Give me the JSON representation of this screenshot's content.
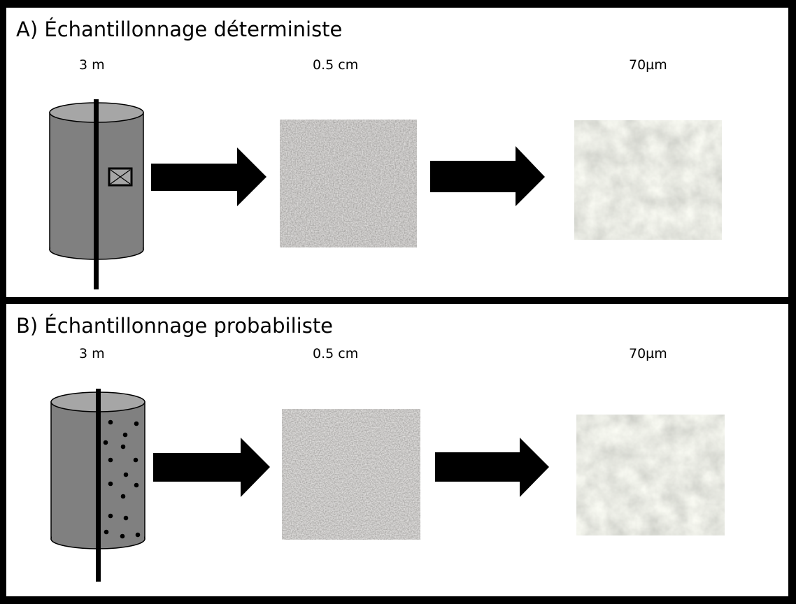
{
  "panels": [
    {
      "title": "A) Échantillonnage déterministe",
      "scales": [
        "3 m",
        "0.5 cm",
        "70µm"
      ],
      "sampling": "single-increment-box"
    },
    {
      "title": "B) Échantillonnage probabiliste",
      "scales": [
        "3 m",
        "0.5 cm",
        "70µm"
      ],
      "sampling": "random-points"
    }
  ],
  "colors": {
    "frame": "#000000",
    "cylinder": "#808080",
    "cylinder_top": "#a6a6a6",
    "coarse_material": "#8a8a86",
    "fine_material": "#c7c8bd"
  },
  "icons": [
    "cylinder-icon",
    "arrow-right-icon",
    "sample-box-icon",
    "sample-point-icon"
  ]
}
